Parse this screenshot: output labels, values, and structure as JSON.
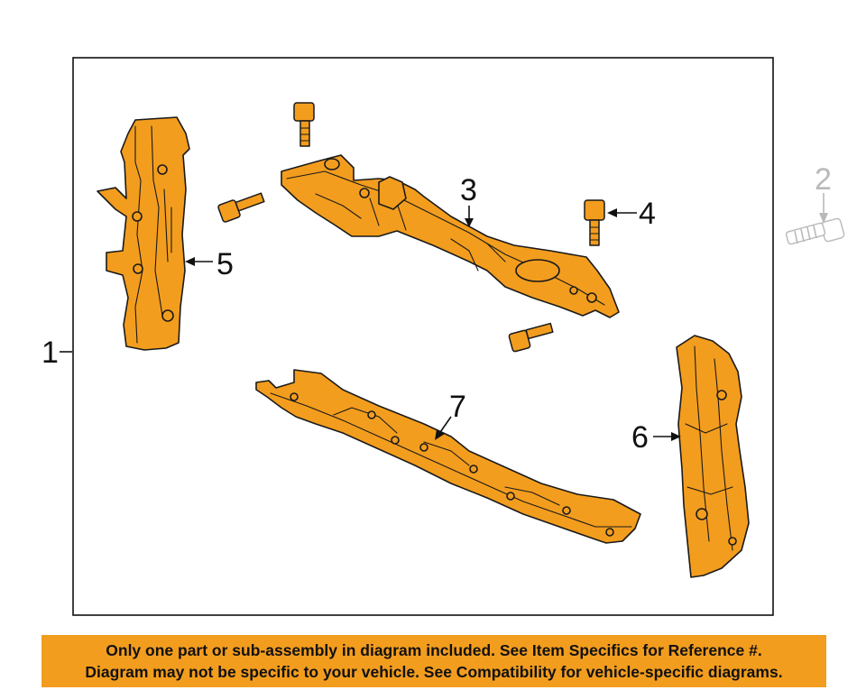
{
  "callouts": {
    "c1": "1",
    "c2": "2",
    "c3": "3",
    "c4": "4",
    "c5": "5",
    "c6": "6",
    "c7": "7"
  },
  "banner": {
    "line1": "Only one part or sub-assembly in diagram included. See Item Specifics for Reference #.",
    "line2": "Diagram may not be specific to your vehicle. See Compatibility for vehicle-specific diagrams."
  },
  "colors": {
    "part_fill": "#F39D1E",
    "banner_bg": "#F39D1E",
    "outline": "#1a1a1a",
    "ghost": "#b9b9b9"
  }
}
